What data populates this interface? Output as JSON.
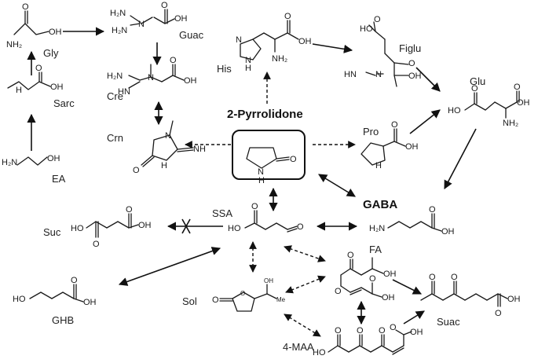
{
  "labels": {
    "center": "2-Pyrrolidone",
    "gly": "Gly",
    "guac": "Guac",
    "cre": "Cre",
    "sarc": "Sarc",
    "crn": "Crn",
    "ea": "EA",
    "his": "His",
    "figlu": "Figlu",
    "glu": "Glu",
    "pro": "Pro",
    "gaba": "GABA",
    "ssa": "SSA",
    "suc": "Suc",
    "fa": "FA",
    "ghb": "GHB",
    "sol": "Sol",
    "suac": "Suac",
    "maa": "4-MAA"
  },
  "atoms": {
    "oh": "OH",
    "ho": "HO",
    "o": "O",
    "nh2": "NH₂",
    "h2n": "H₂N",
    "nh": "NH",
    "n": "N",
    "h": "H",
    "me": "Me",
    "h2n_hn": "HN"
  }
}
